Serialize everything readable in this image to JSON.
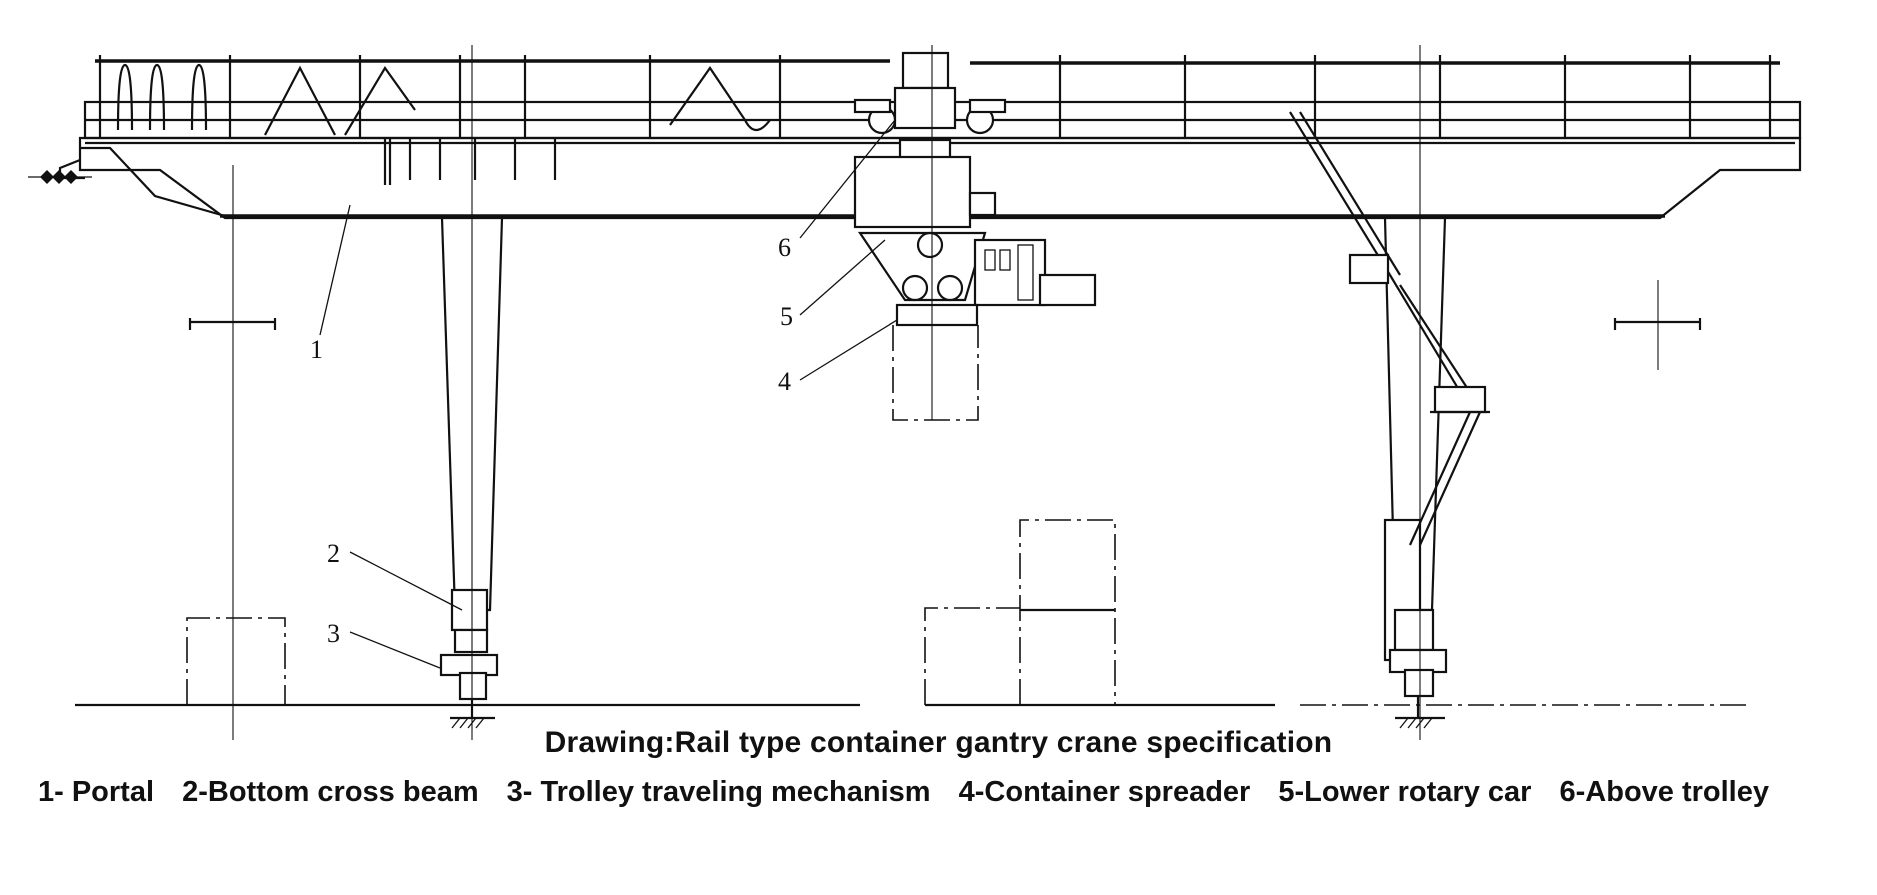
{
  "diagram": {
    "title": "Rail type container gantry crane specification",
    "caption": "Drawing:Rail type container gantry crane specification",
    "callouts": [
      {
        "number": "1",
        "part": "Portal"
      },
      {
        "number": "2",
        "part": "Bottom cross beam"
      },
      {
        "number": "3",
        "part": "Trolley traveling mechanism"
      },
      {
        "number": "4",
        "part": "Container spreader"
      },
      {
        "number": "5",
        "part": "Lower rotary car"
      },
      {
        "number": "6",
        "part": "Above trolley"
      }
    ],
    "legend_items": [
      "1- Portal",
      "2-Bottom cross beam",
      "3- Trolley traveling mechanism",
      "4-Container spreader",
      "5-Lower rotary car",
      "6-Above trolley"
    ]
  }
}
